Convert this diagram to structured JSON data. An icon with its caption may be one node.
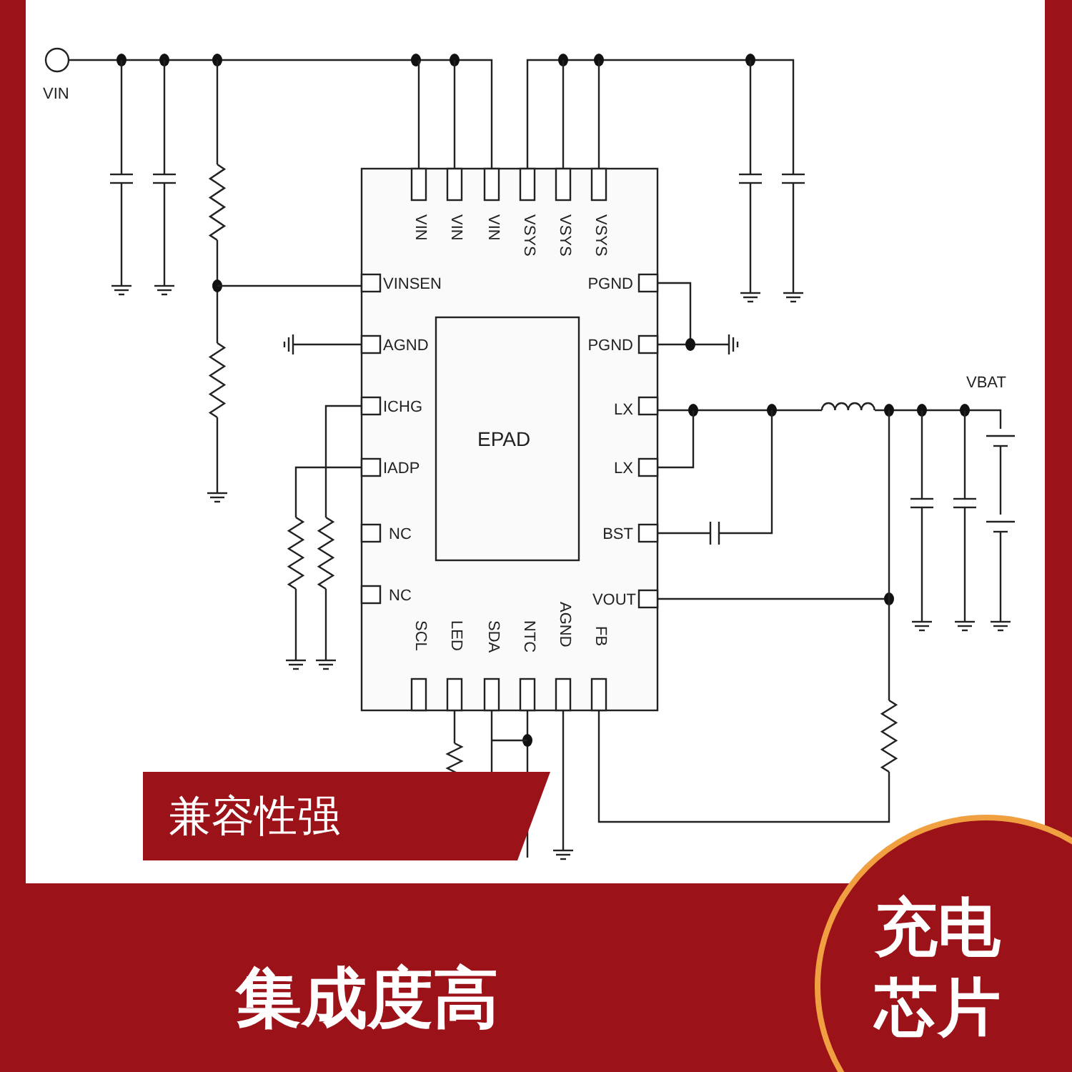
{
  "diagram": {
    "labels": [
      "VIN",
      "VBAT",
      "VIN",
      "VIN",
      "VIN",
      "VSYS",
      "VSYS",
      "VSYS",
      "VINSEN",
      "AGND",
      "ICHG",
      "IADP",
      "NC",
      "NC",
      "PGND",
      "PGND",
      "LX",
      "LX",
      "BST",
      "VOUT",
      "SCL",
      "LED",
      "SDA",
      "NTC",
      "AGND",
      "FB",
      "EPAD",
      "兼容性强",
      "集成度高",
      "充电芯片"
    ]
  }
}
